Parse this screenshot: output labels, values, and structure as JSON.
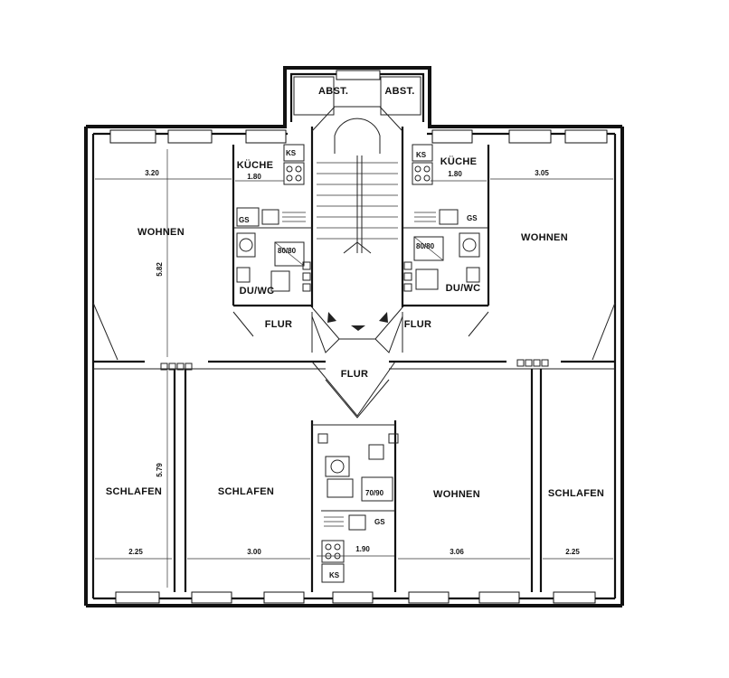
{
  "rooms": {
    "left_wohnen": "WOHNEN",
    "right_wohnen": "WOHNEN",
    "center_wohnen": "WOHNEN",
    "left_schlafen": "SCHLAFEN",
    "mid_schlafen": "SCHLAFEN",
    "right_schlafen": "SCHLAFEN",
    "left_kueche": "KÜCHE",
    "right_kueche": "KÜCHE",
    "left_flur": "FLUR",
    "right_flur": "FLUR",
    "center_flur": "FLUR",
    "left_duwc": "DU/WC",
    "right_duwc": "DU/WC",
    "abst_left": "ABST.",
    "abst_right": "ABST."
  },
  "dimensions": {
    "left_wohnen_width": "3.20",
    "left_wohnen_depth": "5.82",
    "left_kueche_width": "1.80",
    "right_kueche_width": "1.80",
    "right_wohnen_width": "3.05",
    "left_schlafen_depth": "5.79",
    "left_schlafen_width": "2.25",
    "mid_schlafen_width": "3.00",
    "center_kueche_width": "1.90",
    "center_wohnen_width": "3.06",
    "right_schlafen_width": "2.25"
  },
  "fixtures": {
    "ks": "KS",
    "gs": "GS",
    "shower_left": "80/80",
    "shower_right": "80/80",
    "shower_center": "70/90"
  }
}
